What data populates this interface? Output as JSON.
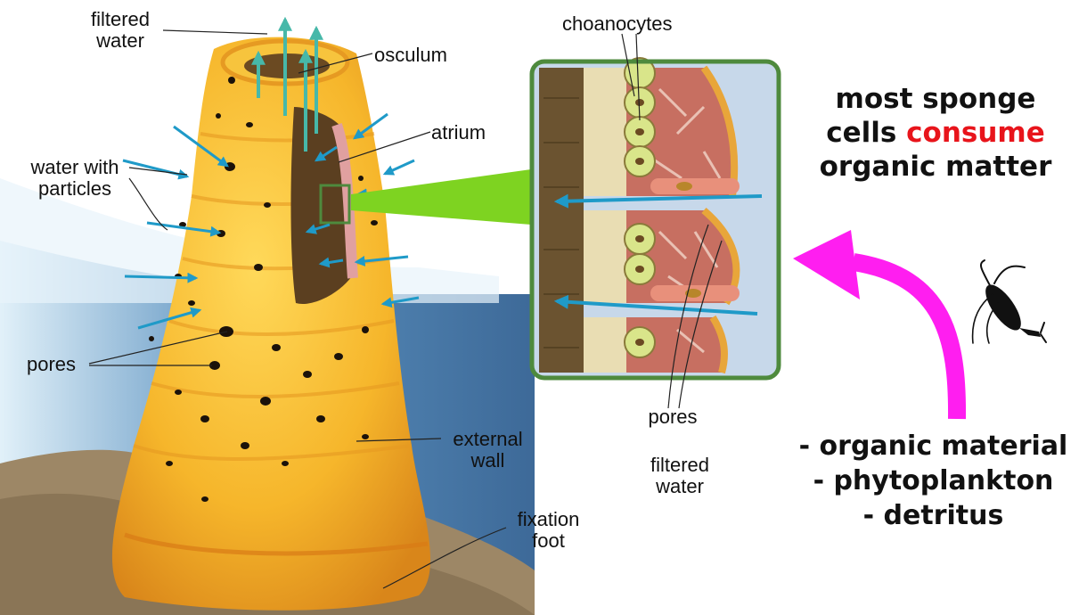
{
  "labels": {
    "filtered_water_top": [
      "filtered",
      "water"
    ],
    "osculum": "osculum",
    "atrium": "atrium",
    "water_with_particles": [
      "water with",
      "particles"
    ],
    "pores_left": "pores",
    "external_wall": [
      "external",
      "wall"
    ],
    "fixation_foot": [
      "fixation",
      "foot"
    ],
    "choanocytes": "choanocytes",
    "pores_detail": "pores",
    "filtered_water_detail": [
      "filtered",
      "water"
    ]
  },
  "headline": {
    "line1": "most sponge",
    "line2_before": "cells ",
    "line2_accent": "consume",
    "line3": "organic matter"
  },
  "food_list": [
    "- organic material",
    "- phytoplankton",
    "- detritus"
  ],
  "colors": {
    "accent_red": "#e8141b",
    "magenta_arrow": "#ff1ef0",
    "sponge_yellow": "#f3b52c",
    "flow_arrow_blue": "#1f9ac8",
    "zoom_green": "#7ed321",
    "frame_green": "#4e8a3d"
  },
  "icons": [
    "sponge-illustration",
    "zoom-detail-panel",
    "magenta-curved-arrow",
    "copepod-icon"
  ]
}
